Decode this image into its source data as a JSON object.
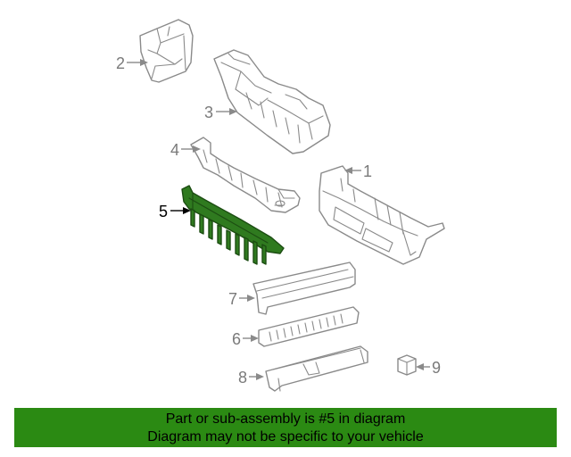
{
  "diagram": {
    "highlight_color": "#2b8a13",
    "callouts": [
      "1",
      "2",
      "3",
      "4",
      "5",
      "6",
      "7",
      "8",
      "9"
    ],
    "highlighted_callout": "5"
  },
  "banner": {
    "line1": "Part or sub-assembly is #5 in diagram",
    "line2": "Diagram may not be specific to your vehicle"
  }
}
